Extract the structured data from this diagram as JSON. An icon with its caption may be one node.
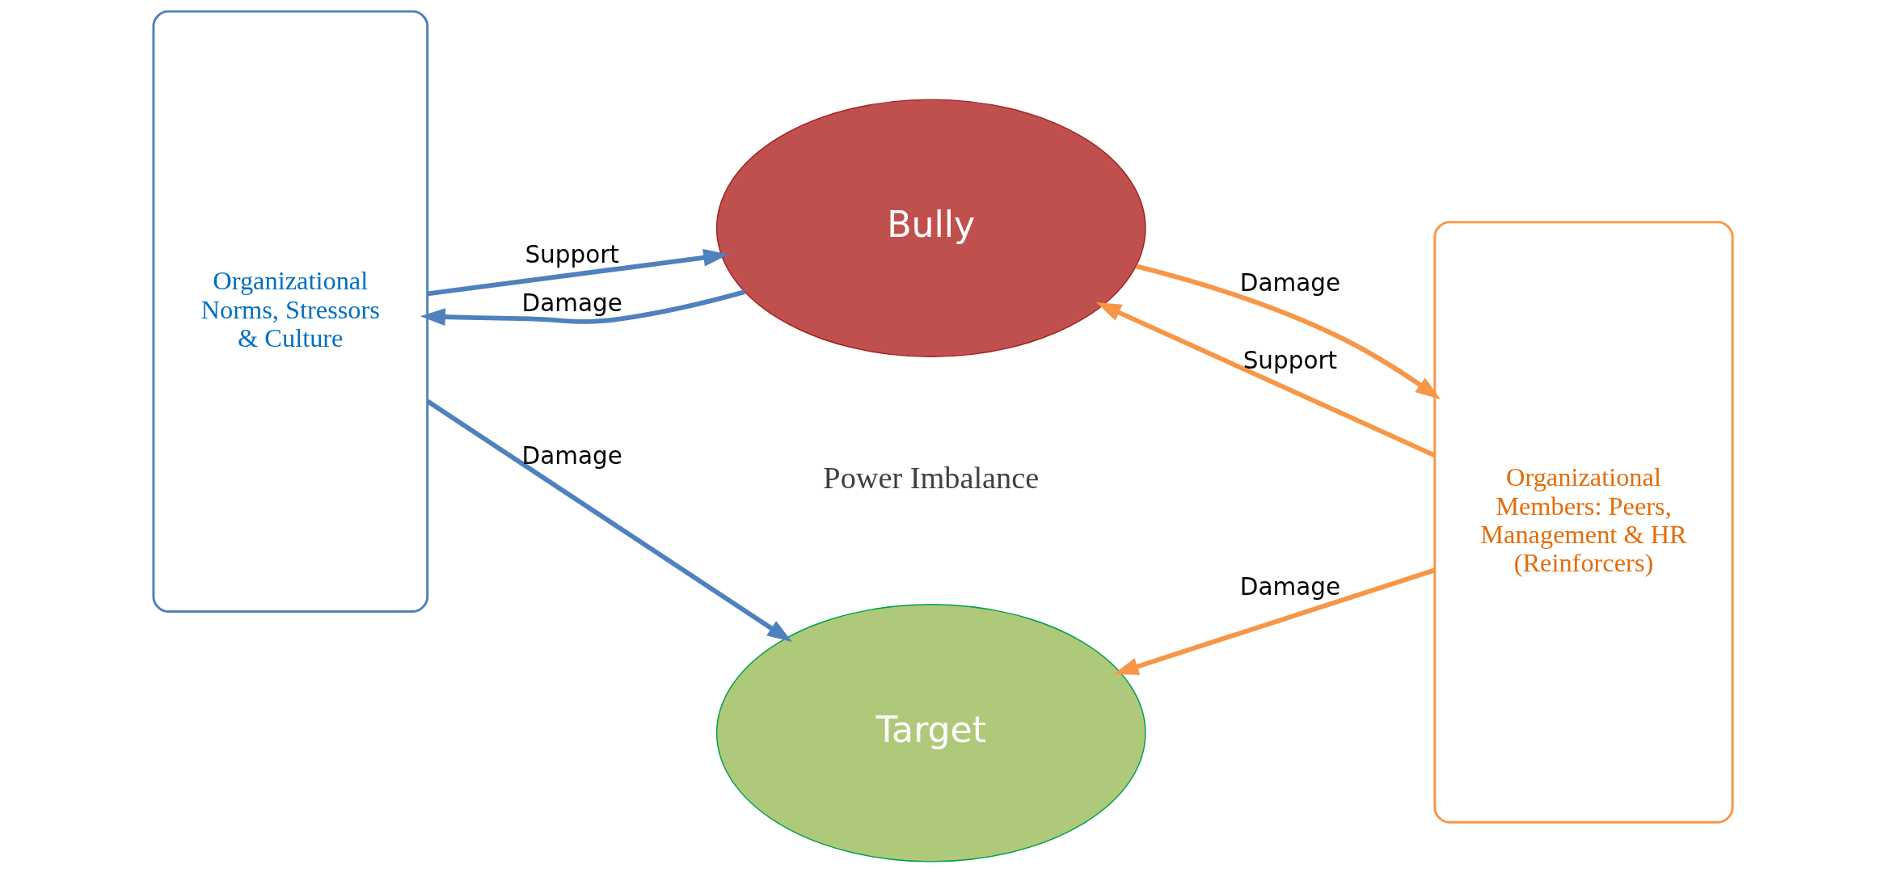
{
  "diagram": {
    "nodes": [
      {
        "text": [
          "Organizational Norms, Stressors & Culture"
        ]
      },
      {
        "text": [
          "Bully"
        ]
      },
      {
        "text": [
          "Target"
        ]
      },
      {
        "text": [
          "Organizational Members: Peers, Management & HR (Reinforcers)"
        ]
      }
    ],
    "edges": [
      {
        "from": 0,
        "to": 1,
        "arrow": "to",
        "label": "Support",
        "color": "#4f81bd"
      },
      {
        "from": 1,
        "to": 0,
        "arrow": "to",
        "label": "Damage",
        "color": "#4f81bd"
      },
      {
        "from": 0,
        "to": 2,
        "arrow": "to",
        "label": "Damage",
        "color": "#4f81bd"
      },
      {
        "from": 3,
        "to": 1,
        "arrow": "to",
        "label": "Support",
        "color": "#f79646"
      },
      {
        "from": 1,
        "to": 3,
        "arrow": "to",
        "label": "Damage",
        "color": "#f79646"
      },
      {
        "from": 3,
        "to": 2,
        "arrow": "to",
        "label": "Damage",
        "color": "#f79646"
      }
    ],
    "labels": [
      "Power Imbalance"
    ]
  }
}
